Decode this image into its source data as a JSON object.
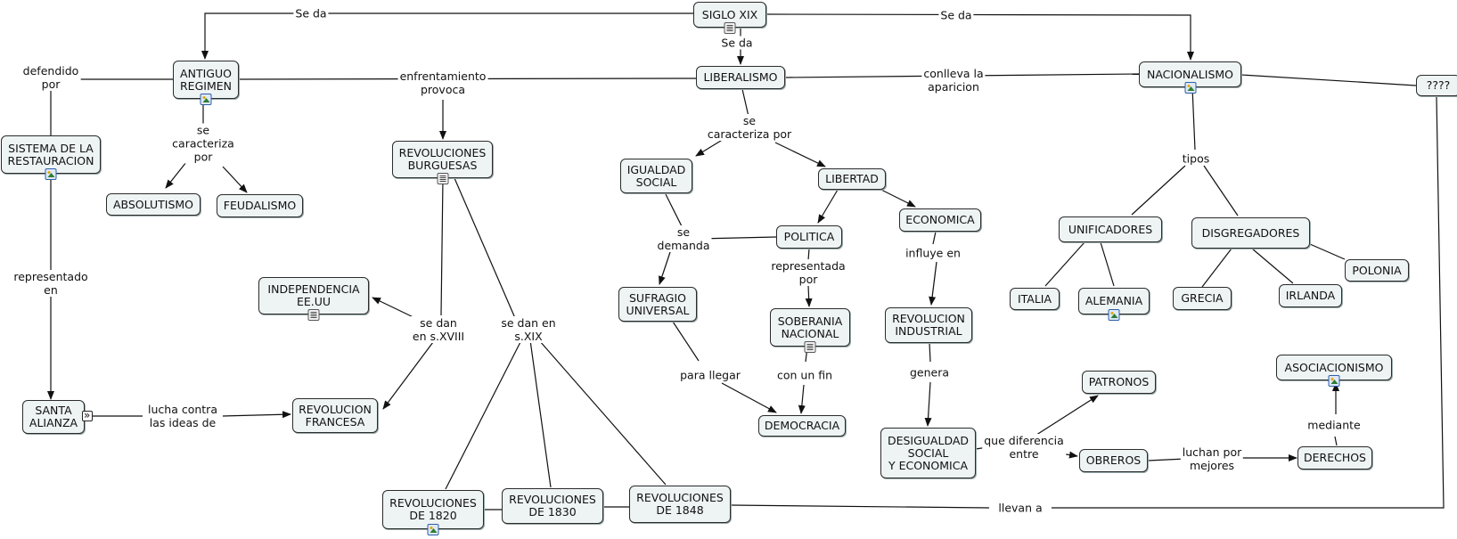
{
  "diagram": {
    "nodes": [
      {
        "id": "siglo",
        "label": "SIGLO XIX",
        "icon": "doc-icon"
      },
      {
        "id": "antiguo",
        "label": "ANTIGUO\nREGIMEN",
        "icon": "image-icon"
      },
      {
        "id": "liberalismo",
        "label": "LIBERALISMO",
        "icon": ""
      },
      {
        "id": "nacionalismo",
        "label": "NACIONALISMO",
        "icon": "image-icon"
      },
      {
        "id": "q",
        "label": "????",
        "icon": ""
      },
      {
        "id": "sistema",
        "label": "SISTEMA DE LA\nRESTAURACION",
        "icon": "image-icon"
      },
      {
        "id": "absolutismo",
        "label": "ABSOLUTISMO",
        "icon": ""
      },
      {
        "id": "feudalismo",
        "label": "FEUDALISMO",
        "icon": ""
      },
      {
        "id": "revburg",
        "label": "REVOLUCIONES\nBURGUESAS",
        "icon": "doc-icon"
      },
      {
        "id": "igualdad",
        "label": "IGUALDAD\nSOCIAL",
        "icon": ""
      },
      {
        "id": "libertad",
        "label": "LIBERTAD",
        "icon": ""
      },
      {
        "id": "politica",
        "label": "POLITICA",
        "icon": ""
      },
      {
        "id": "economica",
        "label": "ECONOMICA",
        "icon": ""
      },
      {
        "id": "unificadores",
        "label": "UNIFICADORES",
        "icon": ""
      },
      {
        "id": "disgregadores",
        "label": "DISGREGADORES",
        "icon": ""
      },
      {
        "id": "italia",
        "label": "ITALIA",
        "icon": ""
      },
      {
        "id": "alemania",
        "label": "ALEMANIA",
        "icon": "image-icon"
      },
      {
        "id": "grecia",
        "label": "GRECIA",
        "icon": ""
      },
      {
        "id": "irlanda",
        "label": "IRLANDA",
        "icon": ""
      },
      {
        "id": "polonia",
        "label": "POLONIA",
        "icon": ""
      },
      {
        "id": "indep",
        "label": "INDEPENDENCIA\nEE.UU",
        "icon": "doc-icon"
      },
      {
        "id": "sufragio",
        "label": "SUFRAGIO\nUNIVERSAL",
        "icon": ""
      },
      {
        "id": "soberania",
        "label": "SOBERANIA\nNACIONAL",
        "icon": "doc-icon"
      },
      {
        "id": "revind",
        "label": "REVOLUCION\nINDUSTRIAL",
        "icon": ""
      },
      {
        "id": "santa",
        "label": "SANTA\nALIANZA",
        "icon": "link-icon"
      },
      {
        "id": "revfr",
        "label": "REVOLUCION\nFRANCESA",
        "icon": ""
      },
      {
        "id": "democracia",
        "label": "DEMOCRACIA",
        "icon": ""
      },
      {
        "id": "patronos",
        "label": "PATRONOS",
        "icon": ""
      },
      {
        "id": "asociacionismo",
        "label": "ASOCIACIONISMO",
        "icon": "image-icon"
      },
      {
        "id": "desigualdad",
        "label": "DESIGUALDAD\nSOCIAL\nY ECONOMICA",
        "icon": ""
      },
      {
        "id": "obreros",
        "label": "OBREROS",
        "icon": ""
      },
      {
        "id": "derechos",
        "label": "DERECHOS",
        "icon": ""
      },
      {
        "id": "rev1820",
        "label": "REVOLUCIONES\nDE 1820",
        "icon": "image-icon"
      },
      {
        "id": "rev1830",
        "label": "REVOLUCIONES\nDE 1830",
        "icon": ""
      },
      {
        "id": "rev1848",
        "label": "REVOLUCIONES\nDE 1848",
        "icon": ""
      }
    ],
    "links": [
      {
        "id": "seda1",
        "label": "Se da"
      },
      {
        "id": "seda2",
        "label": "Se da"
      },
      {
        "id": "seda3",
        "label": "Se da"
      },
      {
        "id": "defendido",
        "label": "defendido\npor"
      },
      {
        "id": "enfrent",
        "label": "enfrentamiento\nprovoca"
      },
      {
        "id": "conlleva",
        "label": "conlleva la\naparicion"
      },
      {
        "id": "secar1",
        "label": "se\ncaracteriza\npor"
      },
      {
        "id": "secar2",
        "label": "se\ncaracteriza por"
      },
      {
        "id": "tipos",
        "label": "tipos"
      },
      {
        "id": "repres1",
        "label": "representado\nen"
      },
      {
        "id": "sedem",
        "label": "se\ndemanda"
      },
      {
        "id": "repres2",
        "label": "representada\npor"
      },
      {
        "id": "influye",
        "label": "influye en"
      },
      {
        "id": "xviii",
        "label": "se dan\nen s.XVIII"
      },
      {
        "id": "xix",
        "label": "se dan en\ns.XIX"
      },
      {
        "id": "lucha",
        "label": "lucha contra\nlas ideas de"
      },
      {
        "id": "parallegar",
        "label": "para llegar"
      },
      {
        "id": "confin",
        "label": "con un fin"
      },
      {
        "id": "genera",
        "label": "genera"
      },
      {
        "id": "quedif",
        "label": "que diferencia\nentre"
      },
      {
        "id": "luchanpor",
        "label": "luchan por\nmejores"
      },
      {
        "id": "mediante",
        "label": "mediante"
      },
      {
        "id": "llevan",
        "label": "llevan a"
      }
    ]
  }
}
